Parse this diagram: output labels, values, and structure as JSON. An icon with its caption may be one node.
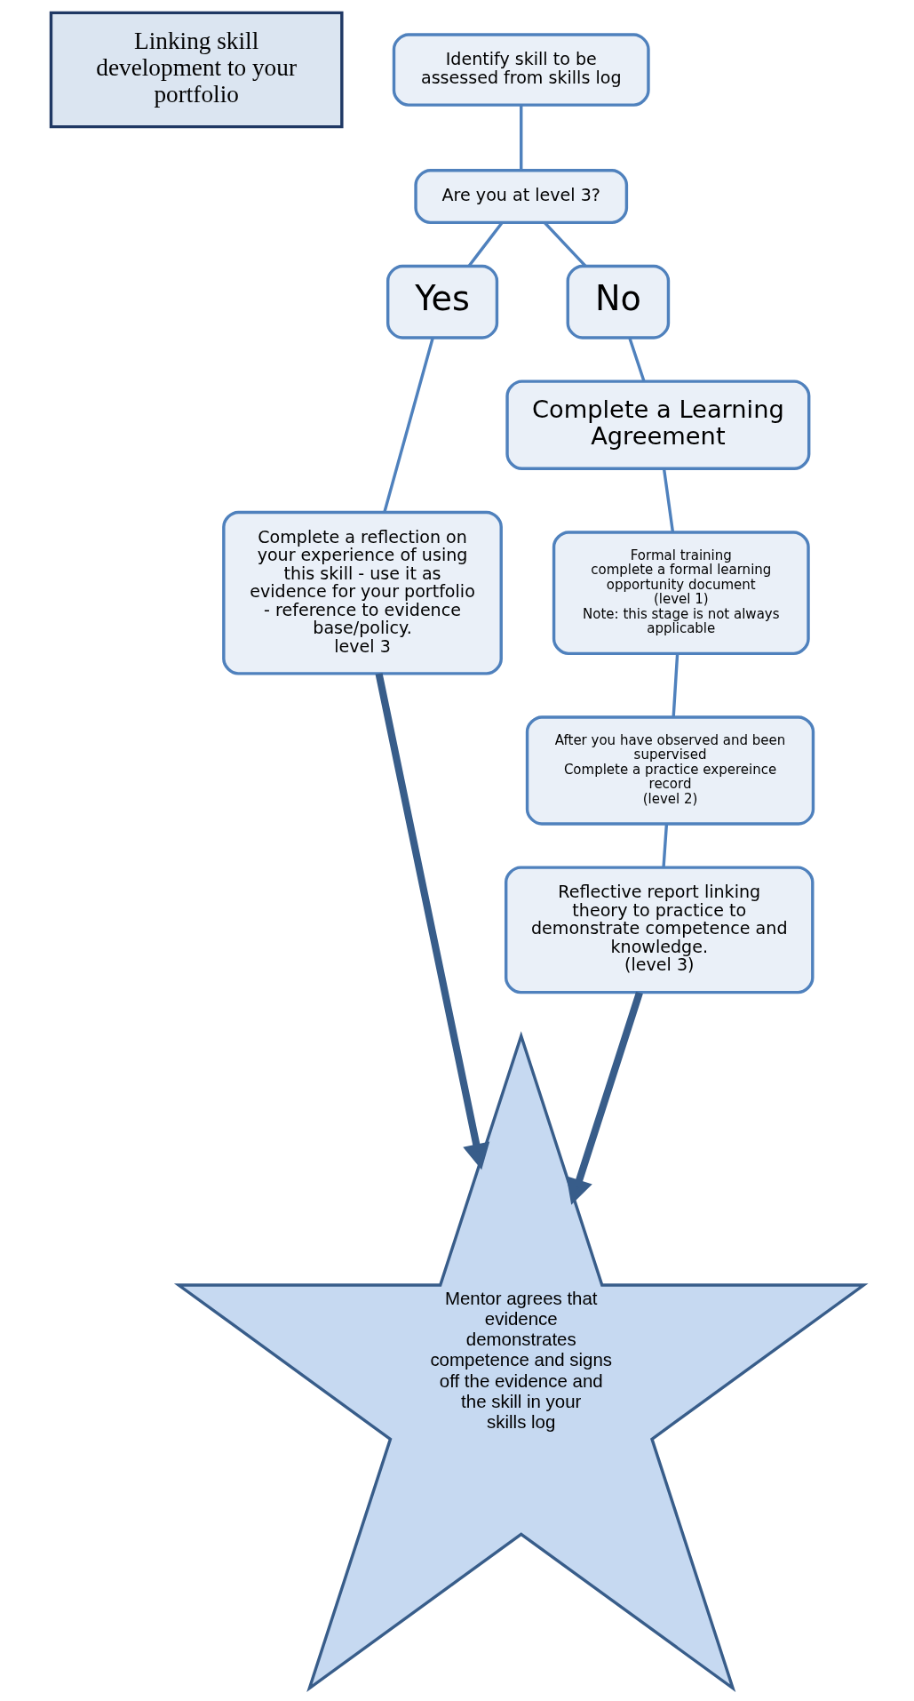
{
  "diagram": {
    "nodes": [
      {
        "text": [
          "Linking skill development to your portfolio"
        ]
      },
      {
        "text": [
          "Identify skill to be assessed from skills log"
        ]
      },
      {
        "text": [
          "Are you at level 3?"
        ]
      },
      {
        "text": [
          "Yes"
        ]
      },
      {
        "text": [
          "No"
        ]
      },
      {
        "text": [
          "Complete a reflection on your experience of using this skill - use it as evidence for your portfolio - reference to evidence base/policy.",
          "level 3"
        ]
      },
      {
        "text": [
          "Complete a Learning Agreement"
        ]
      },
      {
        "text": [
          "Formal training",
          "complete a formal learning opportunity document",
          "(level 1)",
          "Note: this stage is not always applicable"
        ]
      },
      {
        "text": [
          "After you have observed and been supervised",
          "Complete a practice expereince record",
          "(level 2)"
        ]
      },
      {
        "text": [
          "Reflective report linking theory to practice to demonstrate competence and knowledge.",
          "(level 3)"
        ]
      },
      {
        "text": [
          "Mentor agrees that evidence demonstrates competence and signs off the evidence and the skill in your skills log"
        ]
      }
    ],
    "edges": [
      {
        "from": 1,
        "to": 2,
        "arrow": "none"
      },
      {
        "from": 2,
        "to": 3,
        "arrow": "none"
      },
      {
        "from": 2,
        "to": 4,
        "arrow": "none"
      },
      {
        "from": 3,
        "to": 5,
        "arrow": "none"
      },
      {
        "from": 4,
        "to": 6,
        "arrow": "none"
      },
      {
        "from": 6,
        "to": 7,
        "arrow": "none"
      },
      {
        "from": 7,
        "to": 8,
        "arrow": "none"
      },
      {
        "from": 8,
        "to": 9,
        "arrow": "none"
      },
      {
        "from": 5,
        "to": 10,
        "arrow": "to",
        "style": "thick"
      },
      {
        "from": 9,
        "to": 10,
        "arrow": "to",
        "style": "thick"
      }
    ]
  }
}
